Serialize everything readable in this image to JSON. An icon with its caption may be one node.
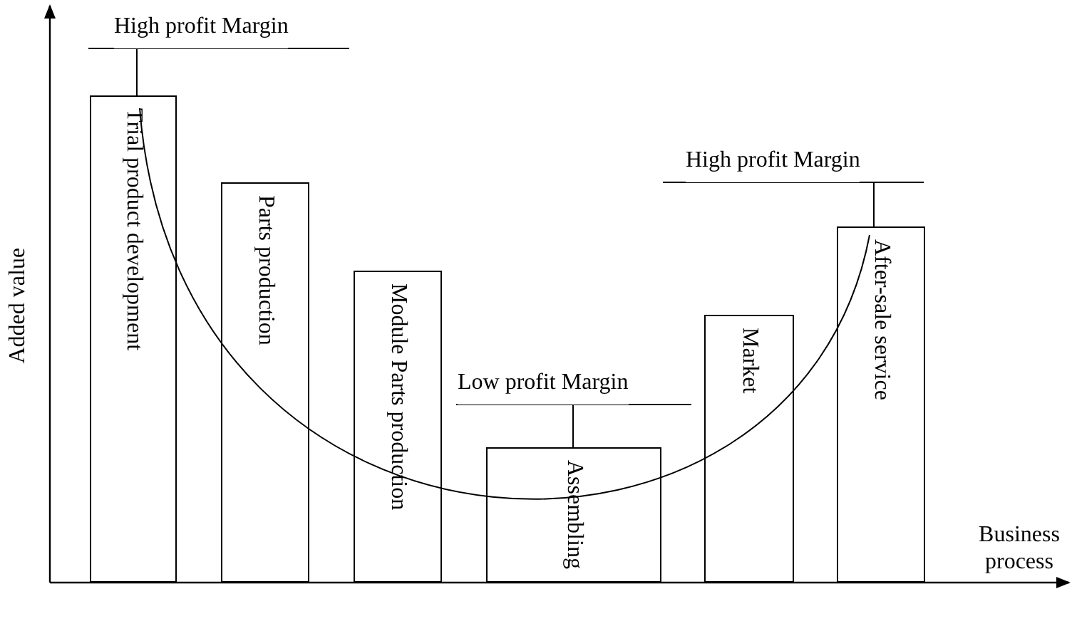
{
  "diagram": {
    "nodes": [
      {
        "text": [
          "High profit Margin"
        ]
      },
      {
        "text": [
          "Trial product development"
        ]
      },
      {
        "text": [
          "Parts production"
        ]
      },
      {
        "text": [
          "Module Parts production"
        ]
      },
      {
        "text": [
          "High profit Margin"
        ]
      },
      {
        "text": [
          "Low profit Margin"
        ]
      },
      {
        "text": [
          "Assembling"
        ]
      },
      {
        "text": [
          "Market"
        ]
      },
      {
        "text": [
          "After-sale service"
        ]
      }
    ],
    "edges": [
      {
        "from": 0,
        "to": 1,
        "arrow": "none"
      },
      {
        "from": 4,
        "to": 8,
        "arrow": "none"
      },
      {
        "from": 5,
        "to": 6,
        "arrow": "none"
      }
    ],
    "labels": [
      "Added value",
      "Business process"
    ]
  }
}
